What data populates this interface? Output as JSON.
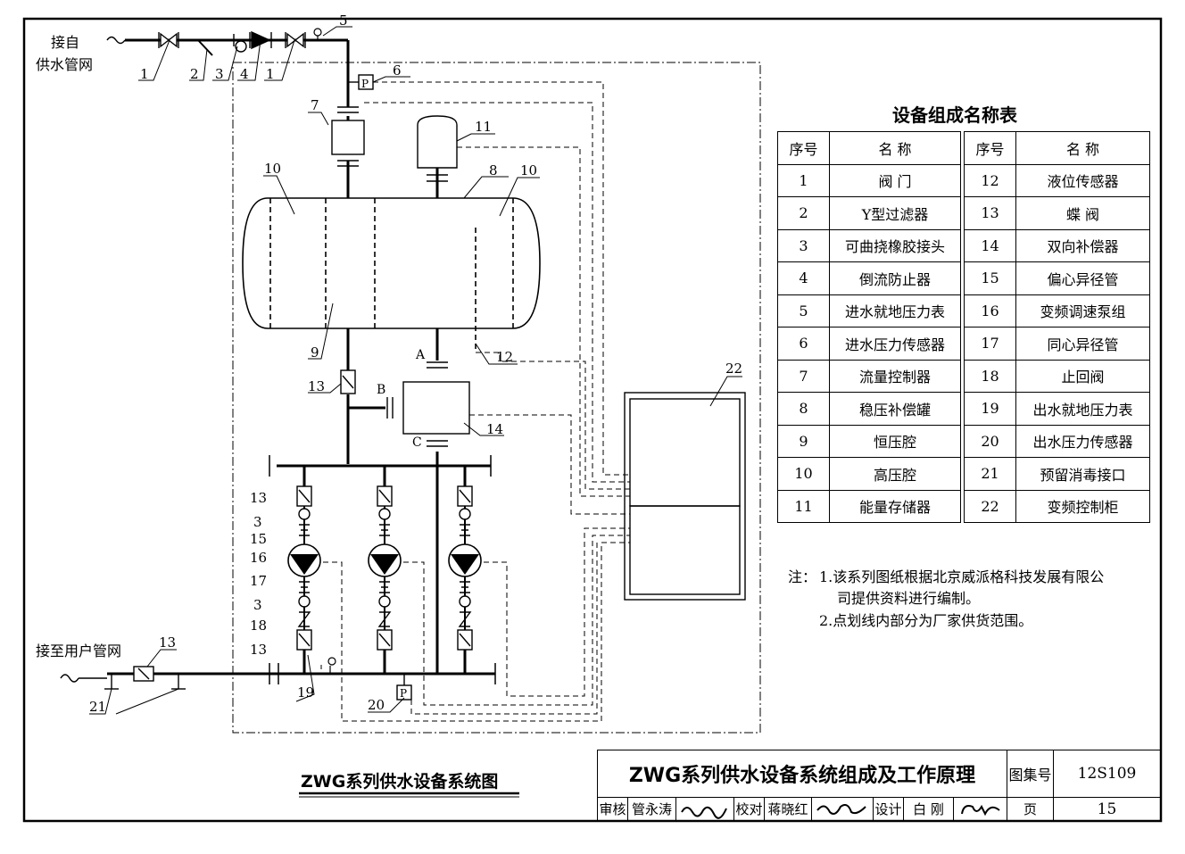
{
  "left_labels": {
    "supply_in_line1": "接自",
    "supply_in_line2": "供水管网",
    "user_out": "接至用户管网"
  },
  "port_letters": [
    "A",
    "B",
    "C"
  ],
  "pressure_symbol": "P",
  "callouts": [
    "1",
    "2",
    "3",
    "4",
    "1",
    "5",
    "6",
    "7",
    "8",
    "9",
    "10",
    "10",
    "11",
    "12",
    "13",
    "14",
    "13",
    "3",
    "15",
    "16",
    "17",
    "3",
    "18",
    "13",
    "13",
    "19",
    "20",
    "21",
    "22"
  ],
  "diagram_caption": "ZWG系列供水设备系统图",
  "table": {
    "title": "设备组成名称表",
    "headers": [
      "序号",
      "名  称",
      "序号",
      "名  称"
    ],
    "rows": [
      [
        "1",
        "阀  门",
        "12",
        "液位传感器"
      ],
      [
        "2",
        "Y型过滤器",
        "13",
        "蝶  阀"
      ],
      [
        "3",
        "可曲挠橡胶接头",
        "14",
        "双向补偿器"
      ],
      [
        "4",
        "倒流防止器",
        "15",
        "偏心异径管"
      ],
      [
        "5",
        "进水就地压力表",
        "16",
        "变频调速泵组"
      ],
      [
        "6",
        "进水压力传感器",
        "17",
        "同心异径管"
      ],
      [
        "7",
        "流量控制器",
        "18",
        "止回阀"
      ],
      [
        "8",
        "稳压补偿罐",
        "19",
        "出水就地压力表"
      ],
      [
        "9",
        "恒压腔",
        "20",
        "出水压力传感器"
      ],
      [
        "10",
        "高压腔",
        "21",
        "预留消毒接口"
      ],
      [
        "11",
        "能量存储器",
        "22",
        "变频控制柜"
      ]
    ]
  },
  "notes": {
    "prefix": "注：",
    "items": [
      "1.该系列图纸根据北京威派格科技发展有限公",
      "司提供资料进行编制。",
      "2.点划线内部分为厂家供货范围。"
    ]
  },
  "title_block": {
    "main_title": "ZWG系列供水设备系统组成及工作原理",
    "atlas_label": "图集号",
    "atlas_no": "12S109",
    "page_label": "页",
    "page_no": "15",
    "review_label": "审核",
    "reviewer": "管永涛",
    "check_label": "校对",
    "checker": "蒋晓红",
    "design_label": "设计",
    "designer": "白  刚"
  }
}
